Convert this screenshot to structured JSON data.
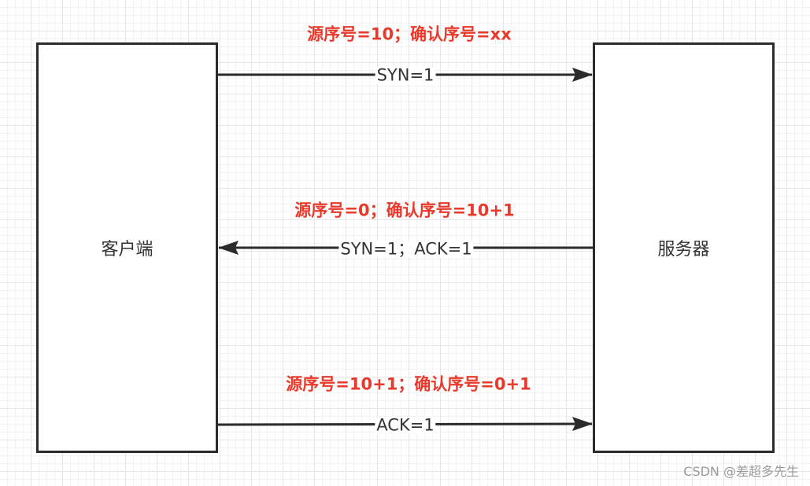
{
  "client": {
    "label": "客户端"
  },
  "server": {
    "label": "服务器"
  },
  "messages": [
    {
      "seq": "源序号=10；确认序号=xx",
      "flags": "SYN=1",
      "direction": "client-to-server"
    },
    {
      "seq": "源序号=0；确认序号=10+1",
      "flags": "SYN=1；ACK=1",
      "direction": "server-to-client"
    },
    {
      "seq": "源序号=10+1；确认序号=0+1",
      "flags": "ACK=1",
      "direction": "client-to-server"
    }
  ],
  "watermark": "CSDN @差超多先生",
  "colors": {
    "seq_text": "#e8392b",
    "line": "#2b2b2b"
  }
}
